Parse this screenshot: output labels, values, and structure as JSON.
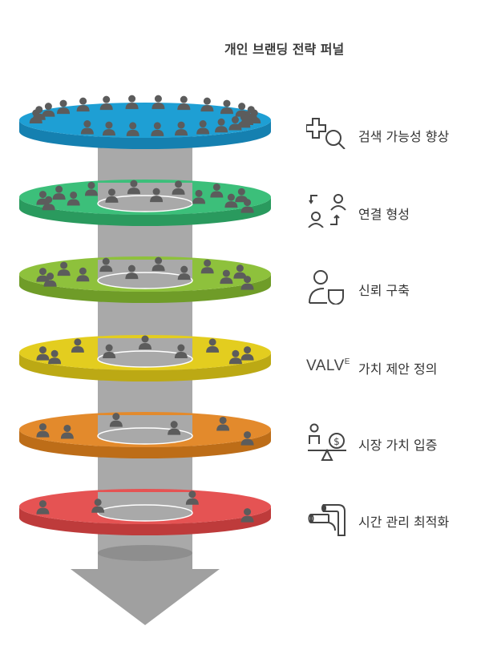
{
  "title": "개인 브랜딩 전략 퍼널",
  "layers": [
    {
      "label": "검색 가능성 향상",
      "icon": "search-add-icon",
      "color": "#1e9fd4",
      "side_color": "#1580b0"
    },
    {
      "label": "연결 형성",
      "icon": "connect-people-icon",
      "color": "#3cbf7a",
      "side_color": "#2a9a5e"
    },
    {
      "label": "신뢰 구축",
      "icon": "person-shield-icon",
      "color": "#8ec13c",
      "side_color": "#6f9c28"
    },
    {
      "label": "가치 제안 정의",
      "icon": "valve-text-icon",
      "icon_text": "VALV",
      "icon_text_small": "E",
      "color": "#e3cd1f",
      "side_color": "#bca914"
    },
    {
      "label": "시장 가치 입증",
      "icon": "person-scale-money-icon",
      "color": "#e38a2c",
      "side_color": "#bd6d18"
    },
    {
      "label": "시간 관리 최적화",
      "icon": "pipe-icon",
      "color": "#e55353",
      "side_color": "#be3b3b"
    }
  ],
  "people_per_layer": [
    24,
    14,
    12,
    9,
    6,
    4
  ],
  "colors": {
    "cylinder": "#a9a9a9",
    "cylinder_dark": "#8e8e8e",
    "person": "#5c5c5c",
    "arrow": "#a0a0a0",
    "icon_stroke": "#444444"
  }
}
